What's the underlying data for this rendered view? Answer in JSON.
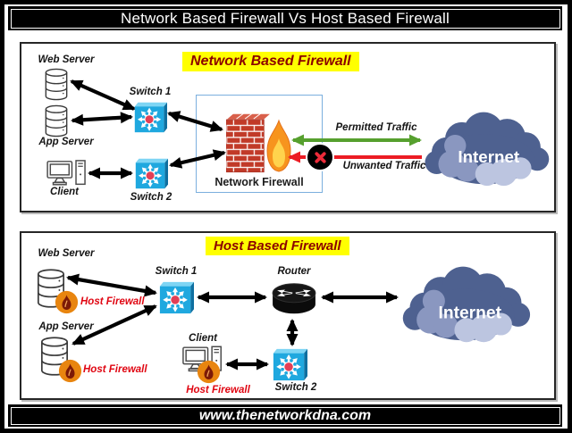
{
  "header": {
    "title": "Network Based Firewall Vs Host Based Firewall"
  },
  "network_panel": {
    "title": "Network Based Firewall",
    "nodes": {
      "web_server": "Web Server",
      "app_server": "App Server",
      "client": "Client",
      "switch1": "Switch 1",
      "switch2": "Switch 2",
      "firewall": "Network Firewall"
    },
    "traffic": {
      "permitted": "Permitted Traffic",
      "unwanted": "Unwanted Traffic"
    },
    "internet": "Internet"
  },
  "host_panel": {
    "title": "Host Based Firewall",
    "nodes": {
      "web_server": "Web Server",
      "app_server": "App Server",
      "client": "Client",
      "switch1": "Switch 1",
      "switch2": "Switch 2",
      "router": "Router"
    },
    "host_firewall_label": "Host Firewall",
    "internet": "Internet"
  },
  "footer": {
    "site": "www.thenetworkdna.com"
  },
  "colors": {
    "highlight_yellow": "#FFFF00",
    "panel_title_red": "#8B0000",
    "permitted_green": "#56A02E",
    "unwanted_red": "#EC1C24",
    "host_firewall_red": "#E00612",
    "cloud_blue": "#4E6190",
    "cloud_blue_light": "#8A97C0",
    "cloud_blue_lighter": "#BCC5E0",
    "switch_blue": "#1FA8DF",
    "brick_red": "#C13A28",
    "flame_orange": "#F7941E",
    "badge_orange": "#E8850F"
  }
}
